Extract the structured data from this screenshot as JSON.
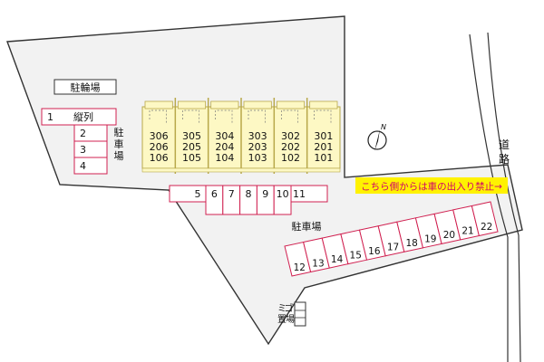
{
  "map": {
    "bicycle_parking": "駐輪場",
    "parking_left": "駐車場",
    "parking_center": "駐車場",
    "garbage": "ゴミ置場",
    "road": "道路",
    "notice": "こちら側からは車の出入り禁止→",
    "north": "N"
  },
  "spaces_left": [
    {
      "num": "1",
      "note": "縦列"
    },
    {
      "num": "2"
    },
    {
      "num": "3"
    },
    {
      "num": "4"
    }
  ],
  "spaces_middle": [
    "5",
    "6",
    "7",
    "8",
    "9",
    "10",
    "11"
  ],
  "spaces_diagonal": [
    "12",
    "13",
    "14",
    "15",
    "16",
    "17",
    "18",
    "19",
    "20",
    "21",
    "22"
  ],
  "building_units": [
    [
      "306",
      "206",
      "106"
    ],
    [
      "305",
      "205",
      "105"
    ],
    [
      "304",
      "204",
      "104"
    ],
    [
      "303",
      "203",
      "103"
    ],
    [
      "302",
      "202",
      "102"
    ],
    [
      "301",
      "201",
      "101"
    ]
  ],
  "colors": {
    "lot_fill": "#f2f2f2",
    "lot_stroke": "#333333",
    "space_stroke": "#d02050",
    "space_fill": "#ffffff",
    "building_fill": "#fdf8c4",
    "building_stroke": "#b8a84a",
    "notice_fill": "#fff200",
    "notice_text": "#d0006a"
  }
}
